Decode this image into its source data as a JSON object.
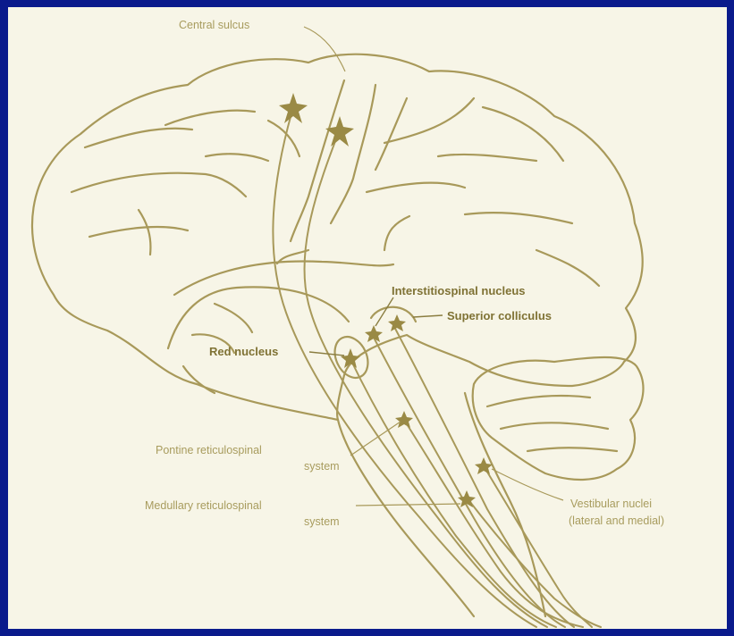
{
  "labels": {
    "central_sulcus": "Central sulcus",
    "interstitiospinal_nucleus": "Interstitiospinal nucleus",
    "superior_colliculus": "Superior colliculus",
    "red_nucleus": "Red nucleus",
    "pontine_line1": "Pontine reticulospinal",
    "pontine_line2": "system",
    "medullary_line1": "Medullary reticulospinal",
    "medullary_line2": "system",
    "vestibular_line1": "Vestibular nuclei",
    "vestibular_line2": "(lateral and medial)"
  },
  "colors": {
    "border": "#0a1a8c",
    "background": "#f7f5e7",
    "drawing": "#a8995a"
  }
}
